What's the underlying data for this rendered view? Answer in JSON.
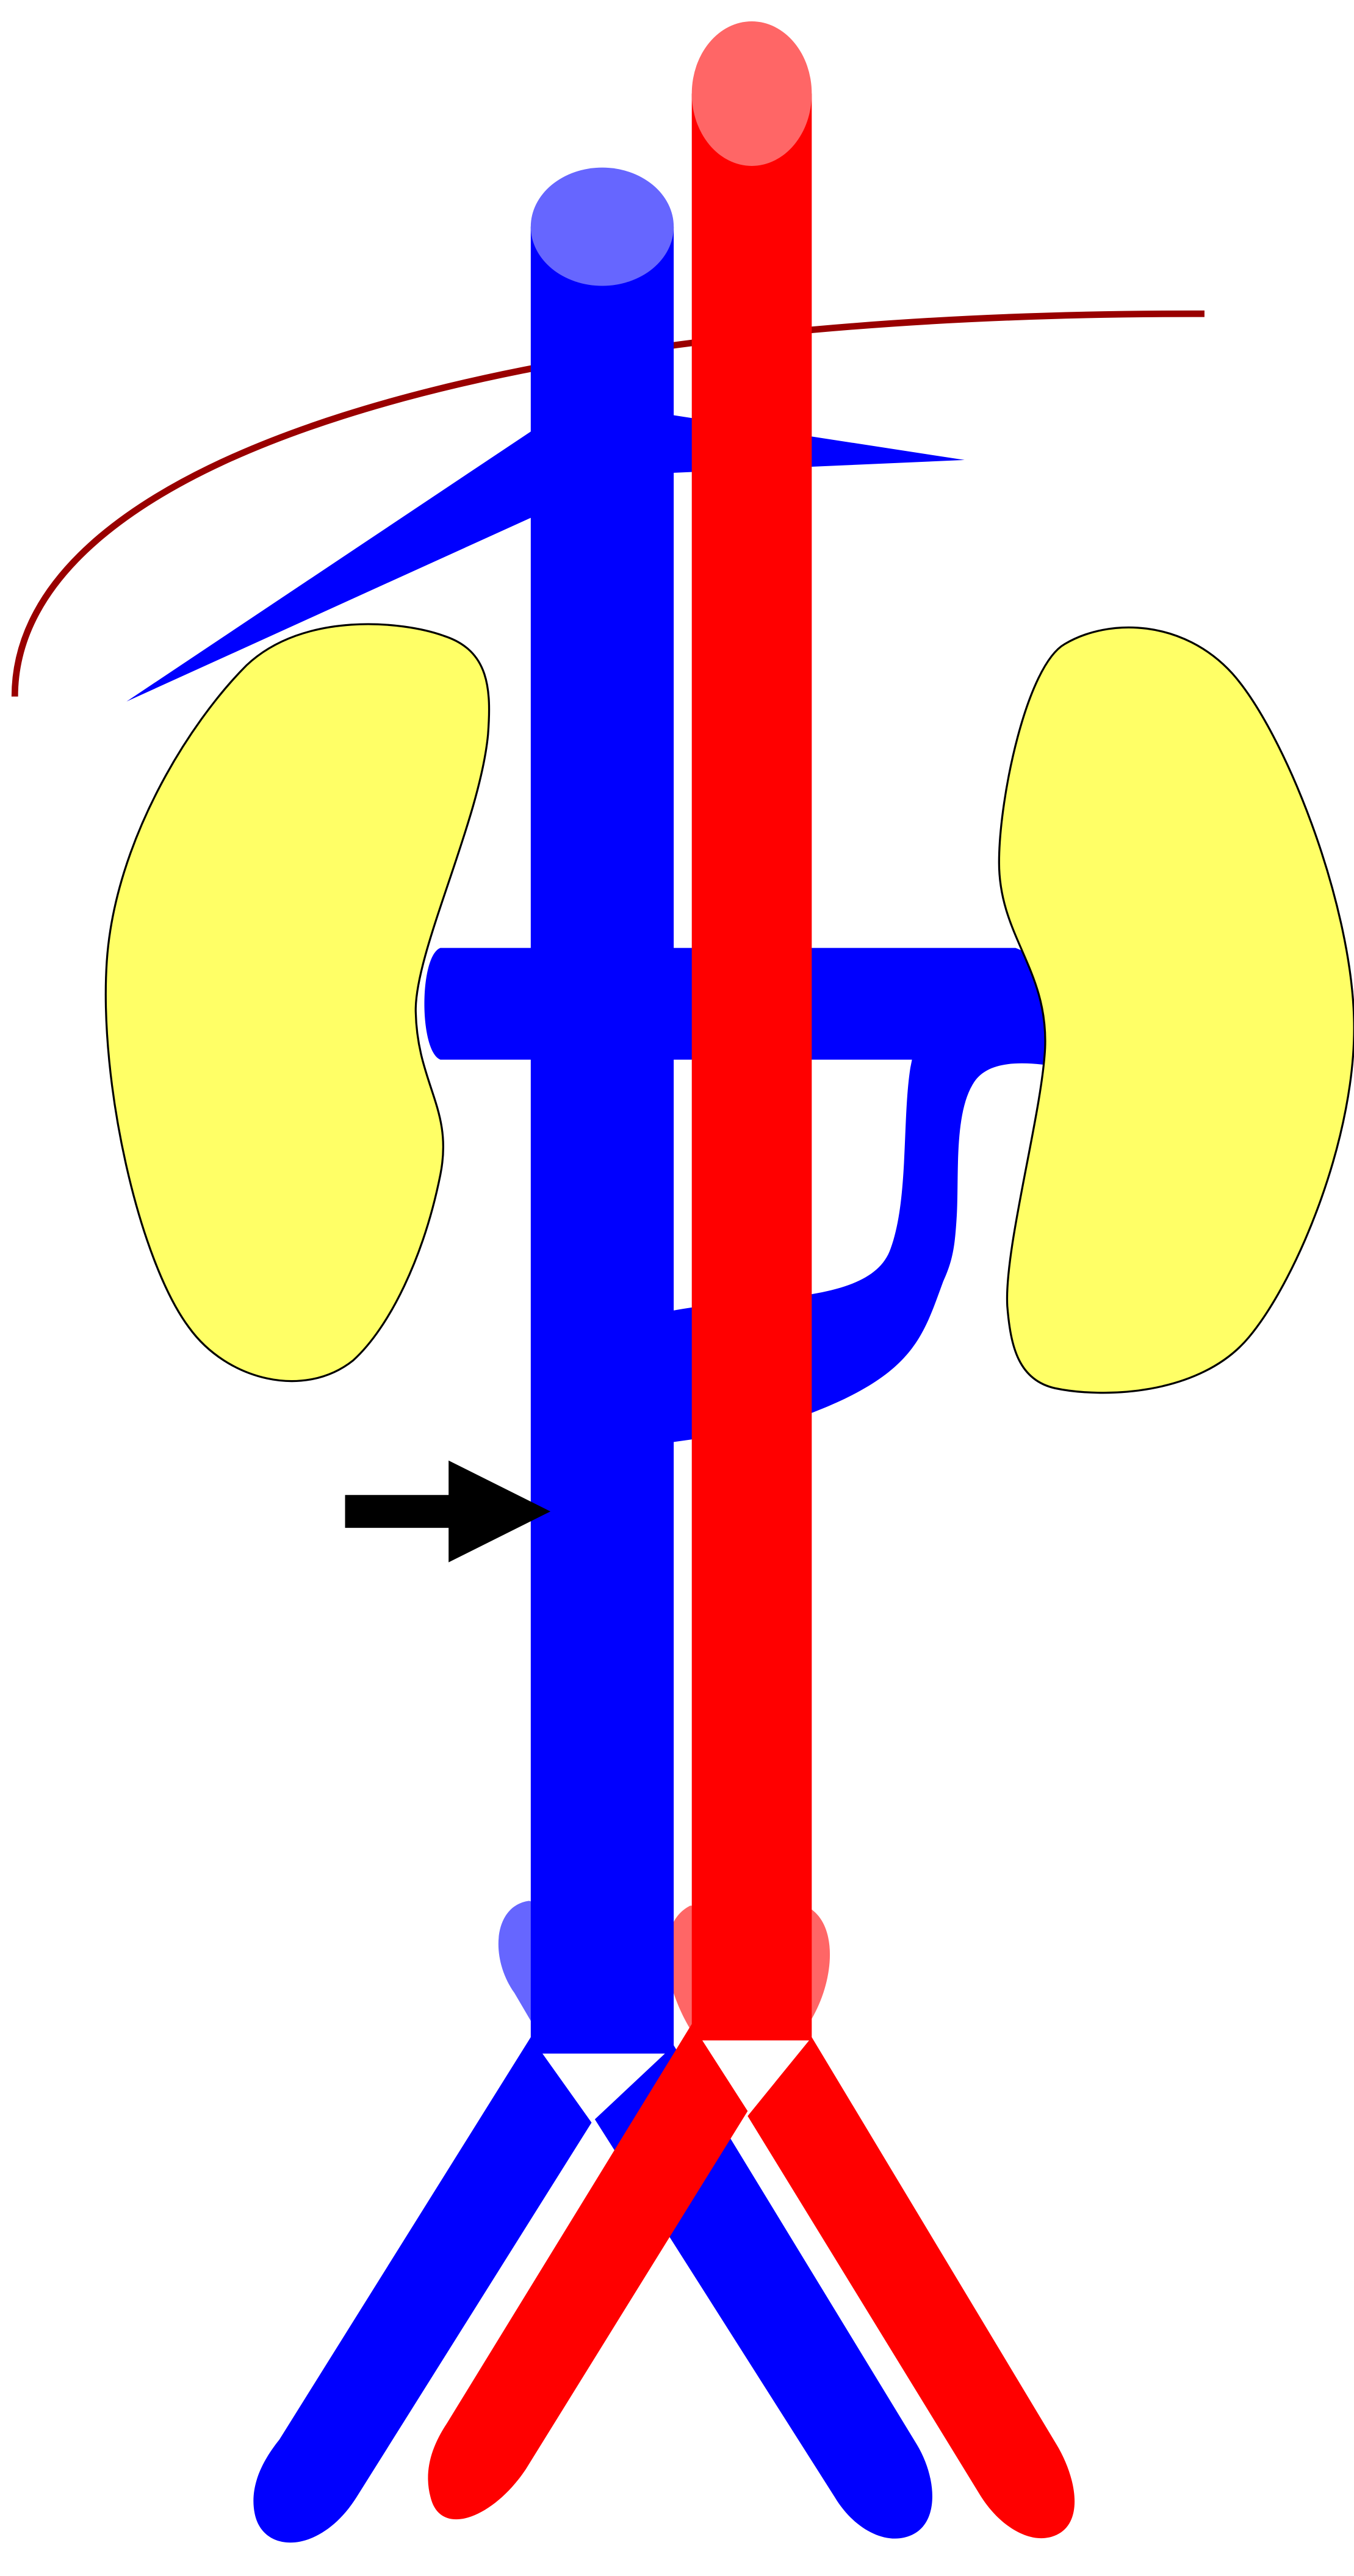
{
  "diagram": {
    "labels": [],
    "colors": {
      "vein": "#0000ff",
      "vein_cap": "#6666ff",
      "artery": "#ff0000",
      "artery_cap": "#ff6666",
      "kidney_fill": "#ffff66",
      "kidney_outline": "#000000",
      "curve": "#990000",
      "arrow": "#000000",
      "background": "#ffffff"
    },
    "structures": [
      "vena-cava",
      "aorta",
      "hepatic-vein-branch",
      "left-renal-vein",
      "gonadal-vein",
      "left-kidney",
      "right-kidney",
      "liver-edge-curve",
      "iliac-veins",
      "iliac-arteries",
      "pointer-arrow"
    ]
  }
}
